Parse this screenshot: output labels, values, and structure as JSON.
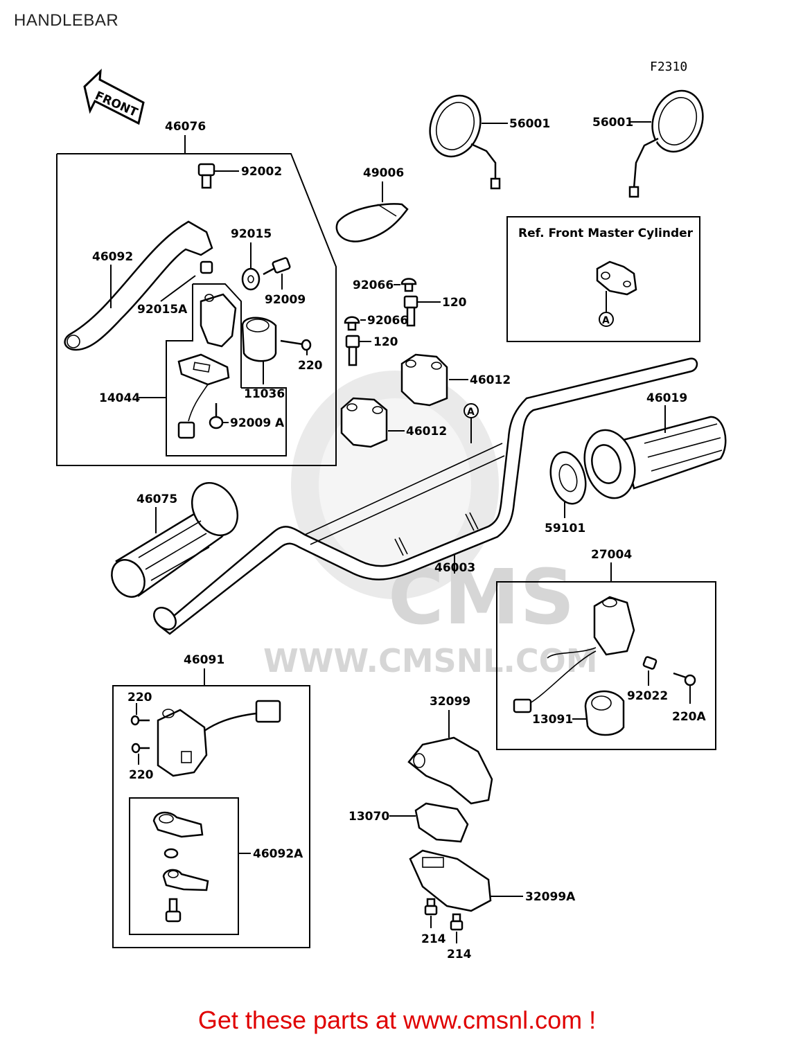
{
  "page": {
    "title": "HANDLEBAR",
    "figure_code": "F2310",
    "front_arrow_label": "FRONT",
    "footer": "Get these parts at www.cmsnl.com !",
    "watermark": {
      "brand": "CMS",
      "url": "WWW.CMSNL.COM"
    }
  },
  "ref_box": {
    "label": "Ref. Front Master Cylinder",
    "marker": "A"
  },
  "handlebar_marker": "A",
  "parts": {
    "p46076": "46076",
    "p92002": "92002",
    "p92015": "92015",
    "p46092": "46092",
    "p92009": "92009",
    "p92015A": "92015A",
    "p220_top": "220",
    "p11036": "11036",
    "p14044": "14044",
    "p92009A": "92009 A",
    "p49006": "49006",
    "p92066_a": "92066",
    "p120_a": "120",
    "p92066_b": "92066",
    "p120_b": "120",
    "p46012_a": "46012",
    "p46012_b": "46012",
    "p56001_l": "56001",
    "p56001_r": "56001",
    "p46019": "46019",
    "p59101": "59101",
    "p46075": "46075",
    "p46003": "46003",
    "p27004": "27004",
    "p92022": "92022",
    "p220A": "220A",
    "p13091": "13091",
    "p46091": "46091",
    "p220_l1": "220",
    "p220_l2": "220",
    "p46092A": "46092A",
    "p32099": "32099",
    "p13070": "13070",
    "p32099A": "32099A",
    "p214_a": "214",
    "p214_b": "214"
  }
}
